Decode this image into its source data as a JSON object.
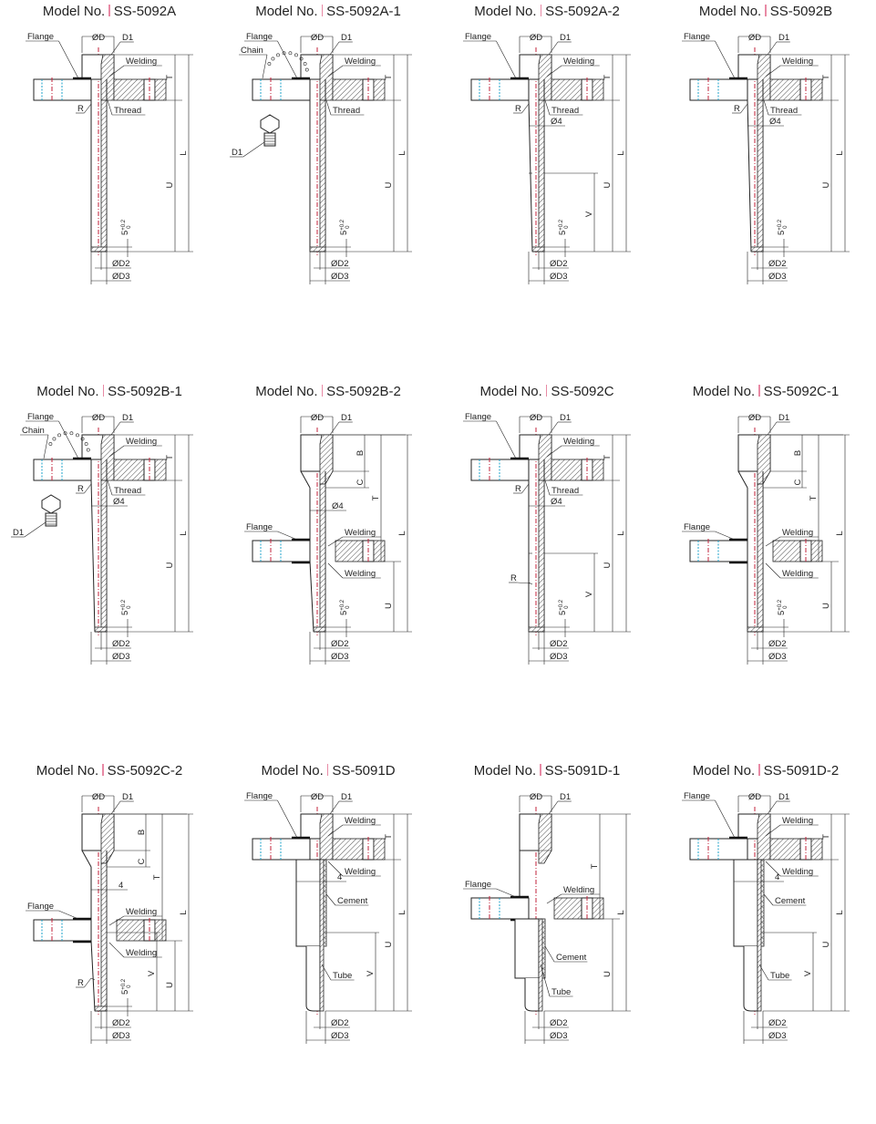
{
  "model_prefix": "Model No.",
  "colors": {
    "accent_bar": "#e88aa5",
    "centerline": "#c0203a",
    "bolt_holes": "#1aa0c8"
  },
  "diagrams": [
    {
      "model": "SS-5092A",
      "type": "A",
      "labels": {
        "flange": "Flange",
        "od": "ØD",
        "d1": "D1",
        "welding": "Welding",
        "thread": "Thread",
        "r": "R",
        "t": "T",
        "l": "L",
        "u": "U",
        "tol_base": "5",
        "tol_upper": "+0.2",
        "tol_lower": "0",
        "od2": "ØD2",
        "od3": "ØD3"
      }
    },
    {
      "model": "SS-5092A-1",
      "type": "A1",
      "labels": {
        "flange": "Flange",
        "chain": "Chain",
        "od": "ØD",
        "d1": "D1",
        "d1_plug": "D1",
        "welding": "Welding",
        "thread": "Thread",
        "t": "T",
        "l": "L",
        "u": "U",
        "tol_base": "5",
        "tol_upper": "+0.2",
        "tol_lower": "0",
        "od2": "ØD2",
        "od3": "ØD3"
      }
    },
    {
      "model": "SS-5092A-2",
      "type": "A2",
      "labels": {
        "flange": "Flange",
        "od": "ØD",
        "d1": "D1",
        "welding": "Welding",
        "thread": "Thread",
        "r": "R",
        "o4": "Ø4",
        "t": "T",
        "l": "L",
        "u": "U",
        "v": "V",
        "tol_base": "5",
        "tol_upper": "+0.2",
        "tol_lower": "0",
        "od2": "ØD2",
        "od3": "ØD3"
      }
    },
    {
      "model": "SS-5092B",
      "type": "B",
      "labels": {
        "flange": "Flange",
        "od": "ØD",
        "d1": "D1",
        "welding": "Welding",
        "thread": "Thread",
        "r": "R",
        "o4": "Ø4",
        "t": "T",
        "l": "L",
        "u": "U",
        "tol_base": "5",
        "tol_upper": "+0.2",
        "tol_lower": "0",
        "od2": "ØD2",
        "od3": "ØD3"
      }
    },
    {
      "model": "SS-5092B-1",
      "type": "B1",
      "labels": {
        "flange": "Flange",
        "chain": "Chain",
        "od": "ØD",
        "d1": "D1",
        "d1_plug": "D1",
        "welding": "Welding",
        "thread": "Thread",
        "r": "R",
        "o4": "Ø4",
        "t": "T",
        "l": "L",
        "u": "U",
        "tol_base": "5",
        "tol_upper": "+0.2",
        "tol_lower": "0",
        "od2": "ØD2",
        "od3": "ØD3"
      }
    },
    {
      "model": "SS-5092B-2",
      "type": "B2",
      "labels": {
        "flange": "Flange",
        "od": "ØD",
        "d1": "D1",
        "welding": "Welding",
        "welding2": "Welding",
        "o4": "Ø4",
        "b": "B",
        "c": "C",
        "t": "T",
        "l": "L",
        "u": "U",
        "tol_base": "5",
        "tol_upper": "+0.2",
        "tol_lower": "0",
        "od2": "ØD2",
        "od3": "ØD3"
      }
    },
    {
      "model": "SS-5092C",
      "type": "C",
      "labels": {
        "flange": "Flange",
        "od": "ØD",
        "d1": "D1",
        "welding": "Welding",
        "thread": "Thread",
        "r": "R",
        "r2": "R",
        "o4": "Ø4",
        "t": "T",
        "l": "L",
        "u": "U",
        "v": "V",
        "tol_base": "5",
        "tol_upper": "+0.2",
        "tol_lower": "0",
        "od2": "ØD2",
        "od3": "ØD3"
      }
    },
    {
      "model": "SS-5092C-1",
      "type": "C1",
      "labels": {
        "flange": "Flange",
        "od": "ØD",
        "d1": "D1",
        "welding": "Welding",
        "welding2": "Welding",
        "b": "B",
        "c": "C",
        "t": "T",
        "l": "L",
        "u": "U",
        "tol_base": "5",
        "tol_upper": "+0.2",
        "tol_lower": "0",
        "od2": "ØD2",
        "od3": "ØD3"
      }
    },
    {
      "model": "SS-5092C-2",
      "type": "C2",
      "labels": {
        "flange": "Flange",
        "od": "ØD",
        "d1": "D1",
        "welding": "Welding",
        "welding2": "Welding",
        "four": "4",
        "r": "R",
        "b": "B",
        "c": "C",
        "t": "T",
        "l": "L",
        "u": "U",
        "v": "V",
        "tol_base": "5",
        "tol_upper": "+0.2",
        "tol_lower": "0",
        "od2": "ØD2",
        "od3": "ØD3"
      }
    },
    {
      "model": "SS-5091D",
      "type": "D",
      "labels": {
        "flange": "Flange",
        "od": "ØD",
        "d1": "D1",
        "welding": "Welding",
        "welding2": "Welding",
        "four": "4",
        "cement": "Cement",
        "tube": "Tube",
        "t": "T",
        "l": "L",
        "u": "U",
        "v": "V",
        "od2": "ØD2",
        "od3": "ØD3"
      }
    },
    {
      "model": "SS-5091D-1",
      "type": "D1",
      "labels": {
        "flange": "Flange",
        "od": "ØD",
        "d1": "D1",
        "welding": "Welding",
        "cement": "Cement",
        "tube": "Tube",
        "t": "T",
        "l": "L",
        "u": "U",
        "od2": "ØD2",
        "od3": "ØD3"
      }
    },
    {
      "model": "SS-5091D-2",
      "type": "D2",
      "labels": {
        "flange": "Flange",
        "od": "ØD",
        "d1": "D1",
        "welding": "Welding",
        "welding2": "Welding",
        "four": "4",
        "cement": "Cement",
        "tube": "Tube",
        "t": "T",
        "l": "L",
        "u": "U",
        "v": "V",
        "od2": "ØD2",
        "od3": "ØD3"
      }
    }
  ]
}
